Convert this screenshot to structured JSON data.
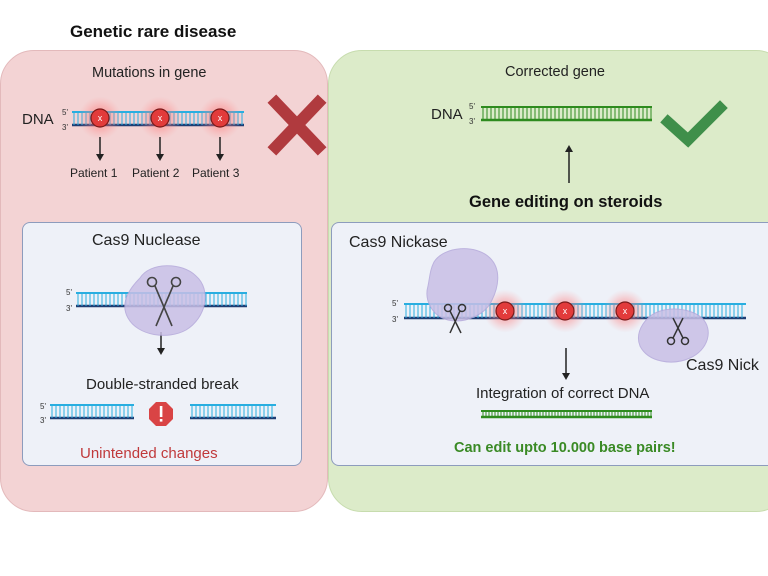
{
  "title_left": "Genetic rare disease",
  "mutations_label": "Mutations in gene",
  "dna_label": "DNA",
  "strand_5": "5'",
  "strand_3": "3'",
  "mutation_mark": "x",
  "patients": [
    "Patient 1",
    "Patient 2",
    "Patient 3"
  ],
  "cas9_nuclease": "Cas9 Nuclease",
  "double_break": "Double-stranded break",
  "unintended": "Unintended changes",
  "corrected_gene": "Corrected gene",
  "gene_editing": "Gene editing on steroids",
  "cas9_nickase": "Cas9 Nickase",
  "cas9_nickase_2": "Cas9 Nick",
  "integration": "Integration of correct DNA",
  "can_edit": "Can edit upto 10.000 base pairs!",
  "colors": {
    "panel_left": "#f3d3d4",
    "panel_right": "#dcebc9",
    "dna_light": "#29aee0",
    "dna_dark": "#1f3d73",
    "dna_green": "#2e8b1e",
    "mutation_red": "#e23b3b",
    "cross_red": "#b03a3e",
    "check_green": "#3f8f4a",
    "warning_red": "#c0393b",
    "highlight_green": "#3a8a25",
    "protein_lavender": "#c9bfe6"
  },
  "icons": [
    "cross-icon",
    "checkmark-icon",
    "scissors-icon",
    "warning-icon",
    "protein-blob-icon",
    "arrow-down-icon",
    "arrow-up-icon"
  ]
}
